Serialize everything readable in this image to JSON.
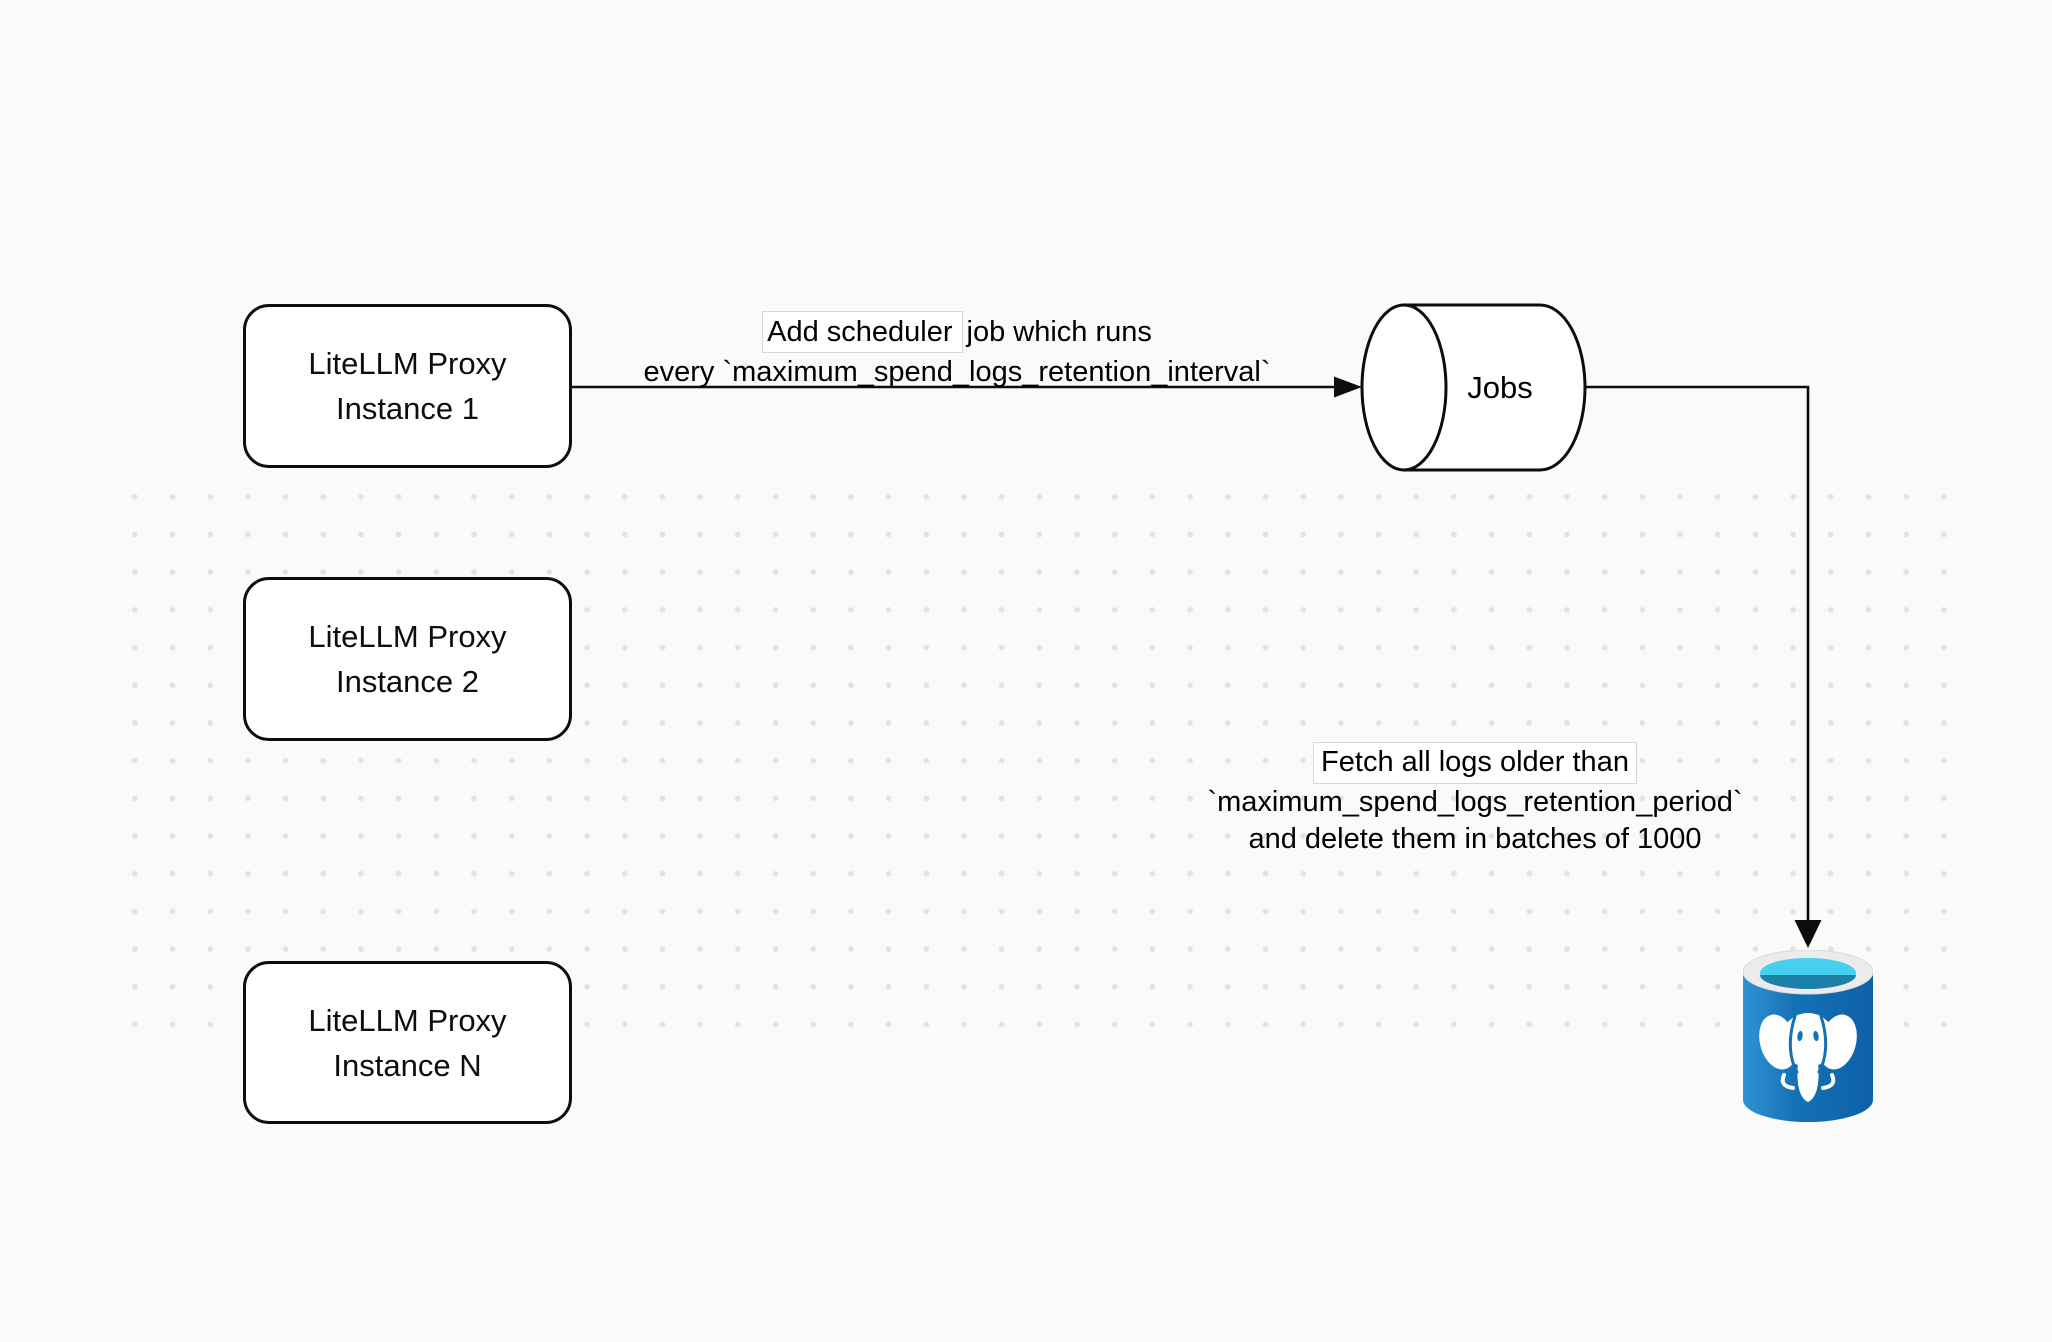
{
  "canvas": {
    "background_color": "#fafafa",
    "dot_color": "#e2e2e2"
  },
  "nodes": {
    "proxy1": {
      "line1": "LiteLLM Proxy",
      "line2": "Instance 1"
    },
    "proxy2": {
      "line1": "LiteLLM Proxy",
      "line2": "Instance 2"
    },
    "proxyN": {
      "line1": "LiteLLM Proxy",
      "line2": "Instance N"
    },
    "jobs": {
      "label": "Jobs"
    },
    "postgres": {
      "icon": "postgresql-database-icon",
      "body_color": "#1571b5",
      "mouth_color": "#45d0ef",
      "mouth_shadow_color": "#1d80a6",
      "ring_color": "#ebebeb",
      "elephant_color": "#ffffff"
    }
  },
  "edges": {
    "scheduler_job": {
      "label_line1_boxed": "Add scheduler",
      "label_line1_rest": "job which runs",
      "label_line2": "every `maximum_spend_logs_retention_interval`"
    },
    "fetch_logs": {
      "label_line1": "Fetch all logs older than",
      "label_line2": "`maximum_spend_logs_retention_period`",
      "label_line3": "and delete them in batches of 1000"
    }
  }
}
